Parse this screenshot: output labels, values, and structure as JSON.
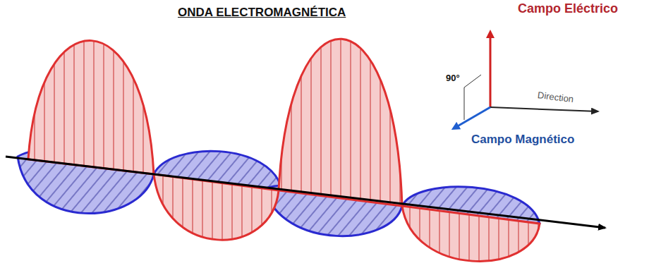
{
  "diagram": {
    "title": "ONDA ELECTROMAGNÉTICA",
    "labels": [
      "Campo Eléctrico",
      "90°",
      "Direction",
      "Campo Magnético"
    ]
  }
}
